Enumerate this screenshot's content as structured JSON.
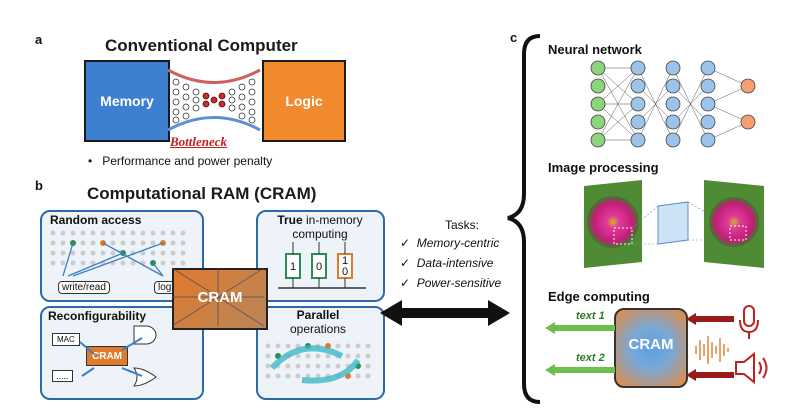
{
  "panel_a": {
    "letter": "a",
    "title": "Conventional Computer",
    "memory_label": "Memory",
    "logic_label": "Logic",
    "bottleneck_label": "Bottleneck",
    "bullet": "Performance and power penalty"
  },
  "panel_b": {
    "letter": "b",
    "title": "Computational RAM (CRAM)",
    "center_label": "CRAM",
    "random_access": {
      "title": "Random access",
      "write_read": "write/read",
      "logic": "logic"
    },
    "true_in_memory": {
      "title_bold": "True",
      "title_rest": "in-memory",
      "title_line2": "computing",
      "cells": [
        "1",
        "0",
        "1",
        "0"
      ]
    },
    "reconfigurability": {
      "title": "Reconfigurability",
      "mac": "MAC",
      "cram": "CRAM",
      "dots": "....."
    },
    "parallel": {
      "title_line1": "Parallel",
      "title_line2": "operations"
    }
  },
  "tasks": {
    "heading": "Tasks:",
    "items": [
      "Memory-centric",
      "Data-intensive",
      "Power-sensitive"
    ],
    "check": "✓"
  },
  "panel_c": {
    "letter": "c",
    "neural_network": "Neural network",
    "image_processing": "Image processing",
    "edge_computing": "Edge computing",
    "cram_label": "CRAM",
    "text1": "text 1",
    "text2": "text 2"
  },
  "colors": {
    "memory_blue": "#3d7fd1",
    "logic_orange": "#f08a2c",
    "bottleneck_red": "#c0201e",
    "box_border": "#2b6aa8",
    "nn_green": "#8cd47e",
    "nn_blue": "#9cc4ea",
    "nn_orange": "#f4a070"
  }
}
